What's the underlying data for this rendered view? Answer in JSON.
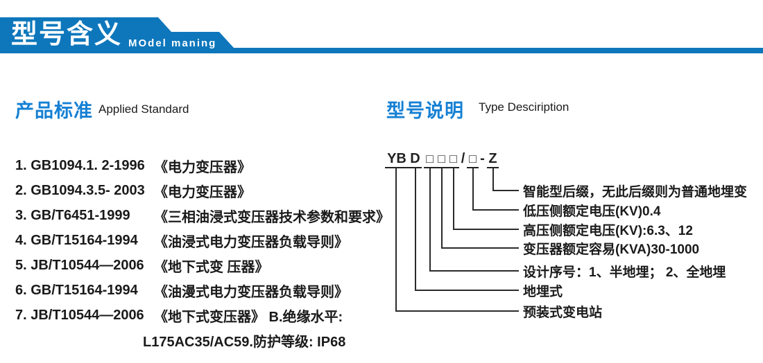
{
  "banner": {
    "title_zh": "型号含义",
    "subtitle_en": "MOdel maning"
  },
  "colors": {
    "banner_blue": "#0e77bc",
    "heading_blue": "#1580d4",
    "text_dark": "#1a1a1a",
    "line_dark": "#2a2a2a"
  },
  "standards": {
    "heading_zh": "产品标准",
    "heading_en": "Applied Standard",
    "items": [
      {
        "code": "1. GB1094.1. 2-1996",
        "name": "《电力变压器》"
      },
      {
        "code": "2. GB1094.3.5- 2003",
        "name": "《电力变压器》"
      },
      {
        "code": "3. GB/T6451-1999",
        "name": "《三相油浸式变压器技术参数和要求》"
      },
      {
        "code": "4. GB/T15164-1994",
        "name": "《油浸式电力变压器负载导则》"
      },
      {
        "code": "5. JB/T10544—2006",
        "name": "《地下式变 压器》"
      },
      {
        "code": "6. GB/T15164-1994",
        "name": "《油漫式电力变压器负载导则》"
      },
      {
        "code": "7. JB/T10544—2006",
        "name": "《地下式变压器》 B.绝缘水平:",
        "continuation": "L175AC35/AC59.防护等级: IP68"
      }
    ]
  },
  "type_description": {
    "heading_zh": "型号说明",
    "heading_en": "Type Desciription",
    "model_code": {
      "segments": [
        "YB",
        "D",
        "□",
        "□",
        "□",
        "/",
        "□",
        "-",
        "Z"
      ]
    },
    "labels": [
      "智能型后缀，无此后缀则为普通地埋变",
      "低压侧额定电压(KV)0.4",
      "高压侧额定电压(KV):6.3、12",
      "变压器额定容易(KVA)30-1000",
      "设计序号：1、半地埋； 2、全地埋",
      "地埋式",
      "预装式变电站"
    ]
  }
}
